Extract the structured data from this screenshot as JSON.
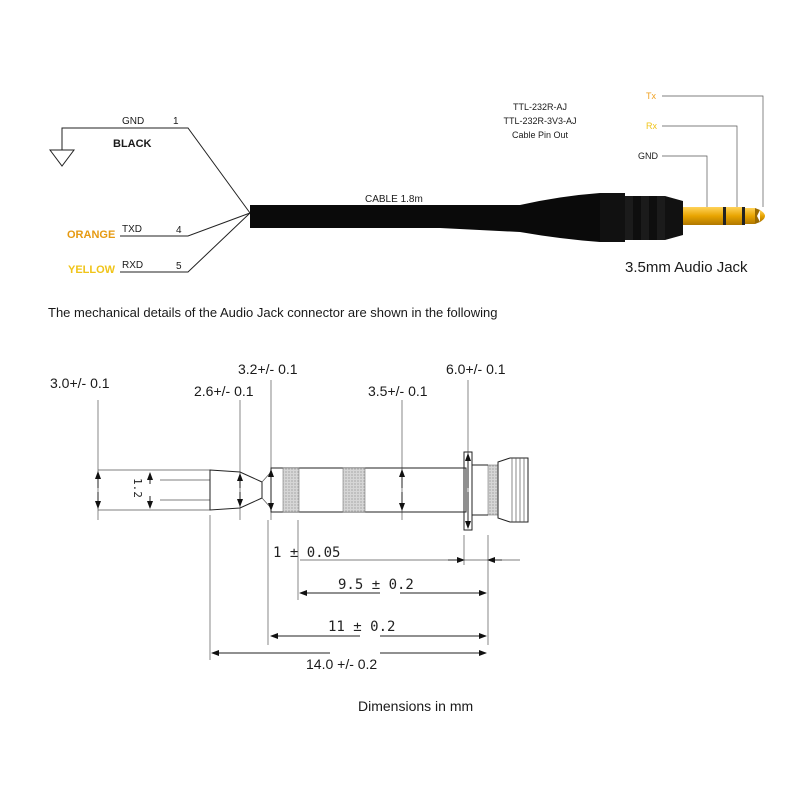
{
  "header": {
    "model_line1": "TTL-232R-AJ",
    "model_line2": "TTL-232R-3V3-AJ",
    "model_line3": "Cable Pin Out"
  },
  "wires": {
    "gnd_label": "GND",
    "gnd_pin": "1",
    "black_label": "BLACK",
    "txd_label": "TXD",
    "txd_pin": "4",
    "orange_label": "ORANGE",
    "rxd_label": "RXD",
    "rxd_pin": "5",
    "yellow_label": "YELLOW"
  },
  "cable": {
    "label": "CABLE 1.8m",
    "color": "#0a0a0a"
  },
  "jack": {
    "tx_label": "Tx",
    "rx_label": "Rx",
    "gnd_label": "GND",
    "title": "3.5mm Audio Jack",
    "gold_color": "#e8a400"
  },
  "colors": {
    "orange": "#e69a12",
    "yellow": "#f0c419",
    "tx_orange": "#f0a020"
  },
  "description": "The mechanical details of the Audio Jack connector are shown in the following",
  "dimensions": {
    "d30": "3.0+/- 0.1",
    "d26": "2.6+/- 0.1",
    "d32": "3.2+/- 0.1",
    "d35": "3.5+/- 0.1",
    "d60": "6.0+/- 0.1",
    "d12": "1.2",
    "d1": "1 ± 0.05",
    "d95": "9.5 ± 0.2",
    "d11": "11 ± 0.2",
    "d14": "14.0 +/- 0.2",
    "units": "Dimensions in mm"
  }
}
